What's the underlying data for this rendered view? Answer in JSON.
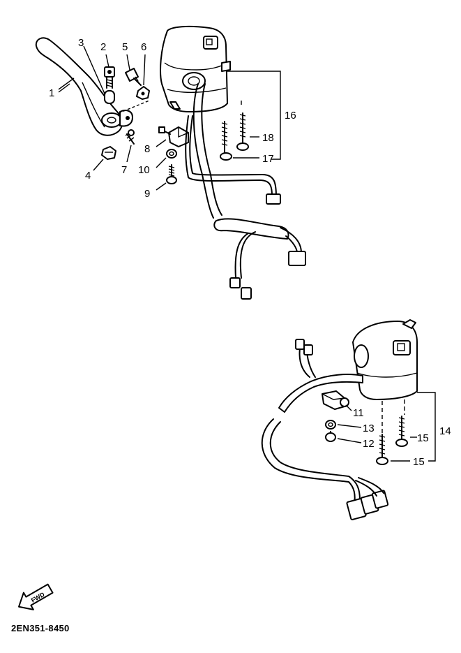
{
  "diagram": {
    "callouts": [
      {
        "id": "1",
        "label": "1"
      },
      {
        "id": "2",
        "label": "2"
      },
      {
        "id": "3",
        "label": "3"
      },
      {
        "id": "4",
        "label": "4"
      },
      {
        "id": "5",
        "label": "5"
      },
      {
        "id": "6",
        "label": "6"
      },
      {
        "id": "7",
        "label": "7"
      },
      {
        "id": "8",
        "label": "8"
      },
      {
        "id": "9",
        "label": "9"
      },
      {
        "id": "10",
        "label": "10"
      },
      {
        "id": "11",
        "label": "11"
      },
      {
        "id": "12",
        "label": "12"
      },
      {
        "id": "13",
        "label": "13"
      },
      {
        "id": "14",
        "label": "14"
      },
      {
        "id": "15a",
        "label": "15"
      },
      {
        "id": "15b",
        "label": "15"
      },
      {
        "id": "16",
        "label": "16"
      },
      {
        "id": "17",
        "label": "17"
      },
      {
        "id": "18",
        "label": "18"
      }
    ],
    "direction_arrow_label": "FWD",
    "diagram_code": "2EN351-8450"
  }
}
